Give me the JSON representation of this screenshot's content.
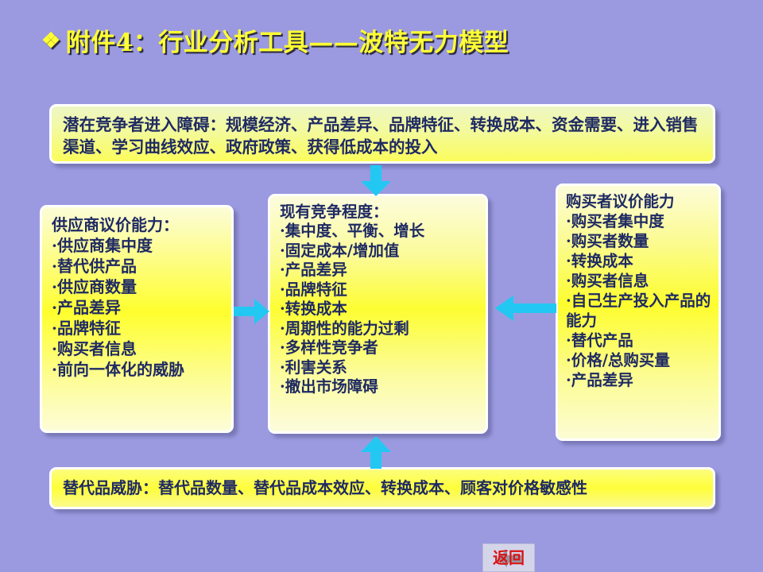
{
  "slide": {
    "background_color": "#9b9ae0",
    "title": {
      "bullet": "❖",
      "text": "附件4：行业分析工具——波特无力模型",
      "color": "#ffff33"
    },
    "boxes": {
      "entrants": {
        "heading": "潜在竞争者进入障碍：规模经济、产品差异、品牌特征、转换成本、资金需要、进入销售渠道、学习曲线效应、政府政策、获得低成本的投入"
      },
      "suppliers": {
        "heading": "供应商议价能力：",
        "items": [
          "·供应商集中度",
          "·替代供产品",
          "·供应商数量",
          "·产品差异",
          "·品牌特征",
          "·购买者信息",
          "·前向一体化的威胁"
        ]
      },
      "rivalry": {
        "heading": "现有竞争程度：",
        "items": [
          "·集中度、平衡、增长",
          "·固定成本/增加值",
          "·产品差异",
          "·品牌特征",
          "·转换成本",
          "·周期性的能力过剩",
          "·多样性竞争者",
          "·利害关系",
          "·撤出市场障碍"
        ]
      },
      "buyers": {
        "heading": "购买者议价能力",
        "items": [
          "·购买者集中度",
          "·购买者数量",
          "·转换成本",
          "·购买者信息",
          "·自己生产投入产品的能力",
          "·替代产品",
          "·价格/总购买量",
          "·产品差异"
        ]
      },
      "substitutes": {
        "heading": "替代品威胁：替代品数量、替代品成本效应、转换成本、顾客对价格敏感性"
      }
    },
    "arrows": {
      "color": "#22c8f2",
      "down": "arrow-down-icon",
      "up": "arrow-up-icon",
      "right": "arrow-right-icon",
      "left": "arrow-left-icon"
    },
    "return_button": {
      "label": "返回",
      "label_color": "#d81414",
      "icon": "back-arrow-icon"
    }
  }
}
